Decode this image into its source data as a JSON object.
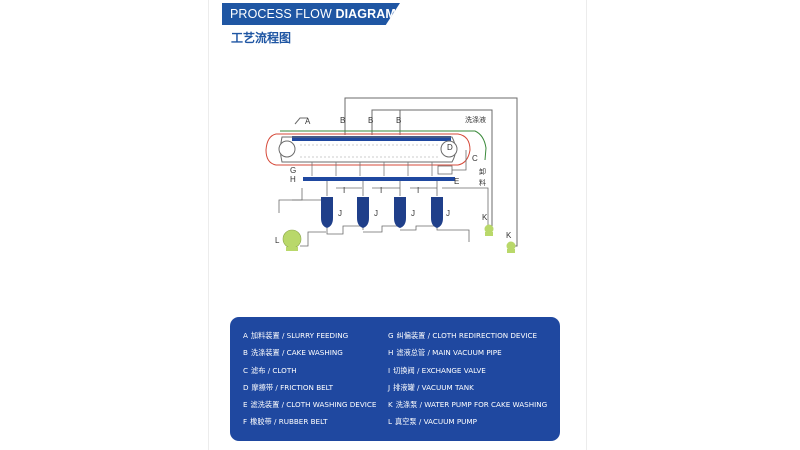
{
  "header": {
    "title_normal": "PROCESS FLOW ",
    "title_bold": "DIAGRAM",
    "subtitle": "工艺流程图"
  },
  "diagram": {
    "labels": {
      "A": "A",
      "B1": "B",
      "B2": "B",
      "B3": "B",
      "D": "D",
      "C": "C",
      "E": "E",
      "G": "G",
      "H": "H",
      "J1": "J",
      "J2": "J",
      "J3": "J",
      "J4": "J",
      "K1": "K",
      "K2": "K",
      "L": "L",
      "I": "I",
      "wash_liquid": "洗涤液",
      "unload_1": "卸",
      "unload_2": "料"
    },
    "colors": {
      "line": "#6b6b6b",
      "belt_red": "#d64a3a",
      "belt_green": "#3a8a3a",
      "vacuum_blue": "#1f48a0",
      "tank_blue": "#1f3f8a",
      "pump_green": "#b9d86a"
    }
  },
  "legend": {
    "left": [
      {
        "key": "A",
        "text": "加料装置 / SLURRY FEEDING"
      },
      {
        "key": "B",
        "text": "洗涤装置 / CAKE WASHING"
      },
      {
        "key": "C",
        "text": "滤布 / CLOTH"
      },
      {
        "key": "D",
        "text": "摩擦带 / FRICTION BELT"
      },
      {
        "key": "E",
        "text": "滤洗装置 / CLOTH WASHING DEVICE"
      },
      {
        "key": "F",
        "text": "橡胶带 / RUBBER BELT"
      }
    ],
    "right": [
      {
        "key": "G",
        "text": "纠偏装置 / CLOTH REDIRECTION DEVICE"
      },
      {
        "key": "H",
        "text": "滤液总管 / MAIN VACUUM PIPE"
      },
      {
        "key": "I",
        "text": "切换阀 / EXCHANGE VALVE"
      },
      {
        "key": "J",
        "text": "排液罐 / VACUUM TANK"
      },
      {
        "key": "K",
        "text": "洗涤泵 / WATER PUMP FOR CAKE WASHING"
      },
      {
        "key": "L",
        "text": "真空泵 / VACUUM PUMP"
      }
    ]
  }
}
